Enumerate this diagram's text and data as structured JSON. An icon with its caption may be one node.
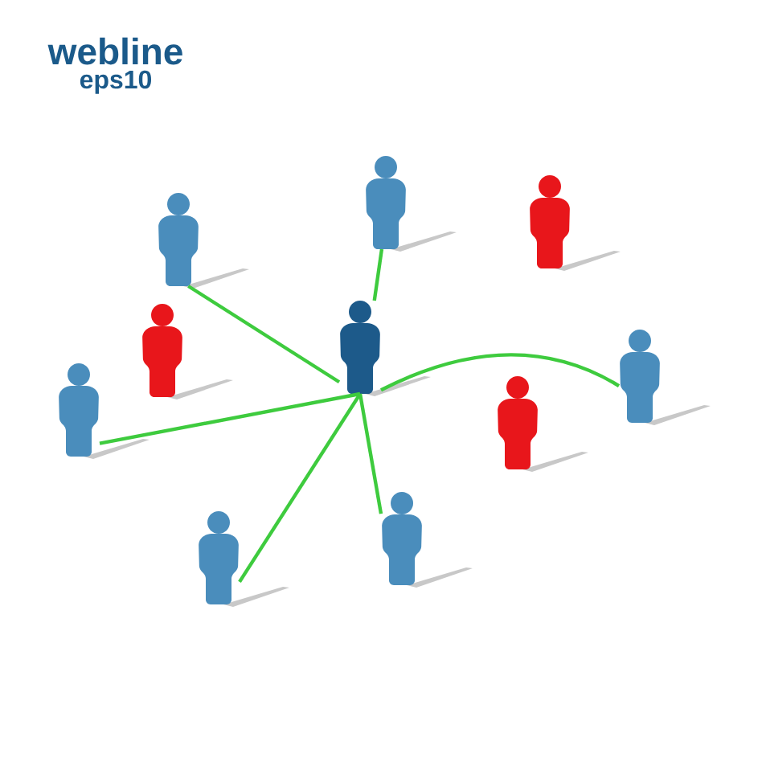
{
  "diagram": {
    "title": "webline",
    "nodes": [
      {
        "text": [],
        "shape": "person"
      },
      {
        "text": [],
        "shape": "person"
      },
      {
        "text": [],
        "shape": "person"
      },
      {
        "text": [],
        "shape": "person"
      },
      {
        "text": [],
        "shape": "person"
      },
      {
        "text": [],
        "shape": "person"
      },
      {
        "text": [],
        "shape": "person"
      },
      {
        "text": [],
        "shape": "person"
      },
      {
        "text": [],
        "shape": "person"
      },
      {
        "text": [],
        "shape": "person"
      }
    ],
    "edges": [
      {
        "from": 3,
        "to": 0,
        "arrow": "none"
      },
      {
        "from": 3,
        "to": 2,
        "arrow": "none"
      },
      {
        "from": 3,
        "to": 5,
        "arrow": "none"
      },
      {
        "from": 3,
        "to": 6,
        "arrow": "none"
      },
      {
        "from": 3,
        "to": 9,
        "arrow": "none"
      },
      {
        "from": 3,
        "to": 8,
        "arrow": "none"
      }
    ],
    "labels": [
      "eps10"
    ]
  }
}
